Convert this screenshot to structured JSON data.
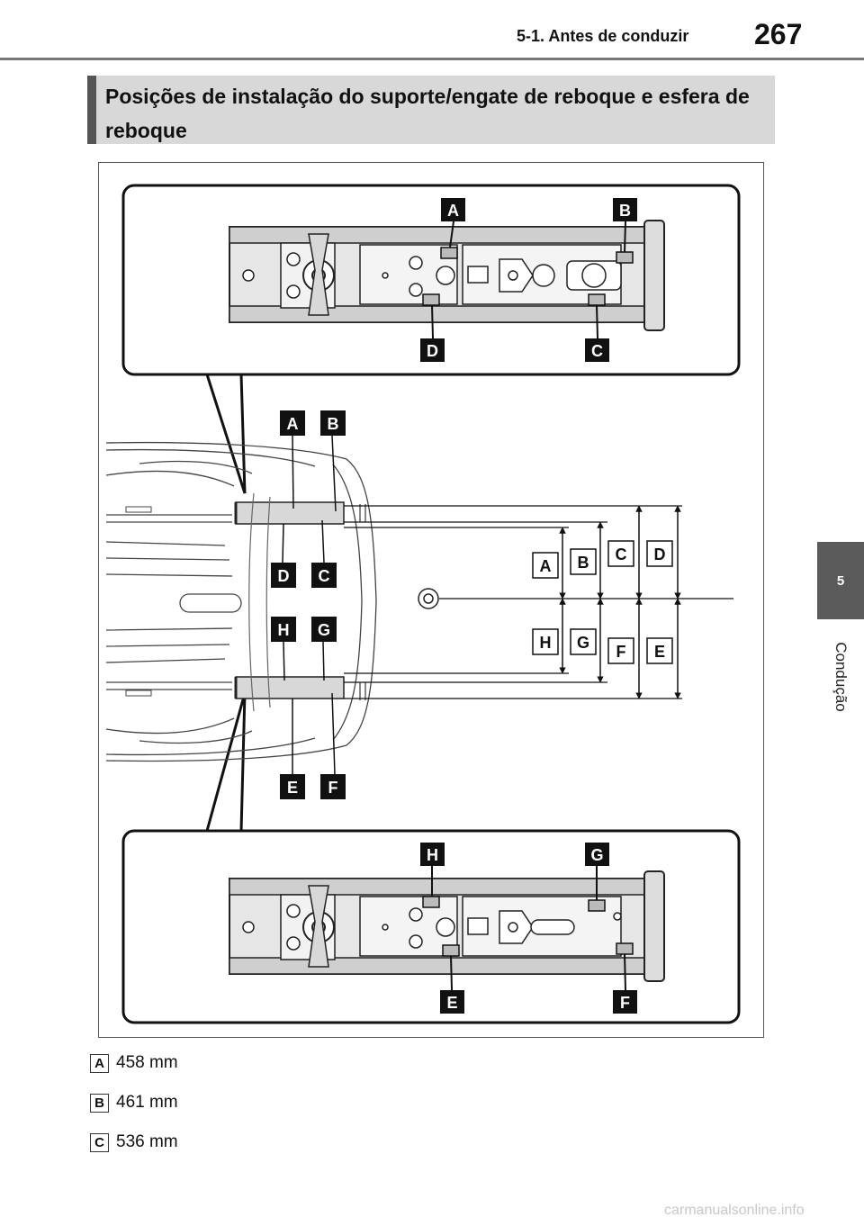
{
  "header": {
    "section": "5-1. Antes de conduzir",
    "page": "267"
  },
  "side_tab": {
    "number": "5",
    "label": "Condução"
  },
  "section_title": "Posições de instalação do suporte/engate de reboque e esfera de reboque",
  "figure": {
    "labels": {
      "A": "A",
      "B": "B",
      "C": "C",
      "D": "D",
      "E": "E",
      "F": "F",
      "G": "G",
      "H": "H"
    }
  },
  "measurements": [
    {
      "label": "A",
      "value": "458 mm"
    },
    {
      "label": "B",
      "value": "461 mm"
    },
    {
      "label": "C",
      "value": "536 mm"
    }
  ],
  "watermark": "carmanualsonline.info"
}
